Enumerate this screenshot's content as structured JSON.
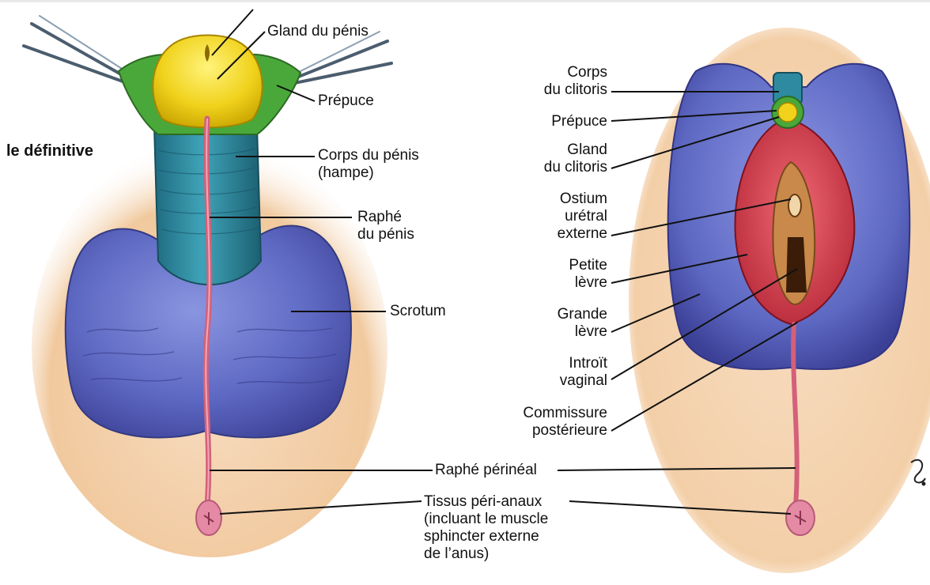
{
  "heading": "le définitive",
  "colors": {
    "glans": "#f0d21c",
    "prepuce": "#4aa83a",
    "shaft": "#2e8aa0",
    "scrotum": "#5d68c2",
    "raphe": "#d4607a",
    "skin": "#f4d8b8",
    "labia_minora": "#d63a4a",
    "vestibule": "#b07a3a",
    "leader": "#111111"
  },
  "male_labels": {
    "glans": "Gland du pénis",
    "prepuce": "Prépuce",
    "shaft": "Corps du pénis\n(hampe)",
    "raphe_penis": "Raphé\ndu pénis",
    "scrotum": "Scrotum"
  },
  "female_labels": {
    "clitoris_body": "Corps\ndu clitoris",
    "prepuce": "Prépuce",
    "clitoris_glans": "Gland\ndu clitoris",
    "urethral_ostium": "Ostium\nurétral\nexterne",
    "labium_minus": "Petite\nlèvre",
    "labium_majus": "Grande\nlèvre",
    "vaginal_introitus": "Introït\nvaginal",
    "posterior_commissure": "Commissure\npostérieure"
  },
  "shared_labels": {
    "perineal_raphe": "Raphé périnéal",
    "perianal_tissue": "Tissus péri-anaux\n(incluant le muscle\nsphincter externe\nde l’anus)"
  }
}
